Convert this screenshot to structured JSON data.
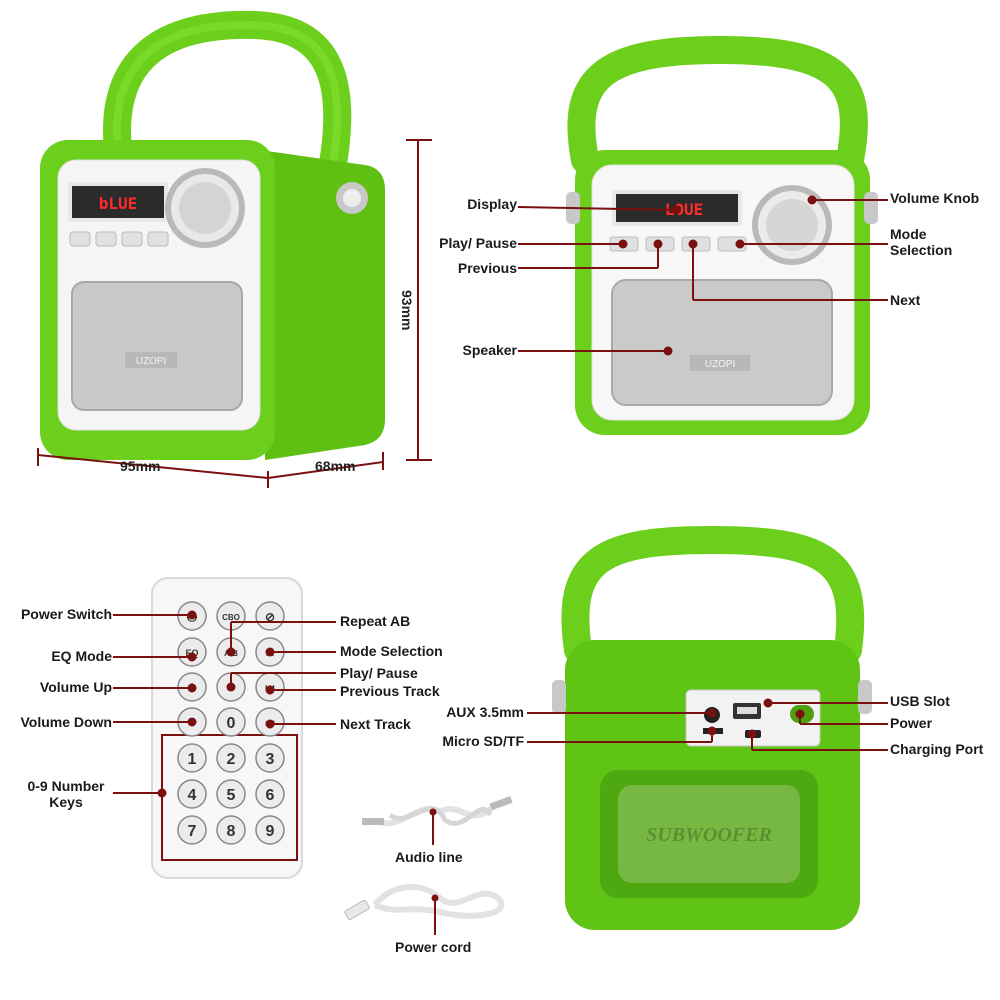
{
  "dimensions": {
    "width": "95mm",
    "depth": "68mm",
    "height": "93mm"
  },
  "display_text": {
    "left_speaker": "bLUE",
    "right_speaker": "LOUE"
  },
  "brand": "UZOPI",
  "front_labels": {
    "display": "Display",
    "play_pause": "Play/ Pause",
    "previous": "Previous",
    "speaker": "Speaker",
    "volume_knob": "Volume Knob",
    "mode_selection": "Mode\nSelection",
    "next": "Next"
  },
  "remote_labels": {
    "power_switch": "Power Switch",
    "eq_mode": "EQ Mode",
    "volume_up": "Volume Up",
    "volume_down": "Volume Down",
    "number_keys": "0-9 Number\nKeys",
    "repeat_ab": "Repeat AB",
    "mode_selection": "Mode Selection",
    "play_pause": "Play/ Pause",
    "previous_track": "Previous Track",
    "next_track": "Next Track"
  },
  "remote_keys": {
    "cbo": "CBO",
    "eq": "EQ",
    "ab": "A/B",
    "m": "M",
    "n0": "0",
    "n1": "1",
    "n2": "2",
    "n3": "3",
    "n4": "4",
    "n5": "5",
    "n6": "6",
    "n7": "7",
    "n8": "8",
    "n9": "9"
  },
  "accessories": {
    "audio_line": "Audio line",
    "power_cord": "Power cord"
  },
  "back_labels": {
    "aux": "AUX 3.5mm",
    "micro_sd": "Micro SD/TF",
    "usb_slot": "USB Slot",
    "power": "Power",
    "charging_port": "Charging Port",
    "subwoofer": "SUBWOOFER"
  },
  "colors": {
    "body_green": "#6ccf1c",
    "label_line": "#7a1010",
    "display_red": "#ff2a2a"
  }
}
